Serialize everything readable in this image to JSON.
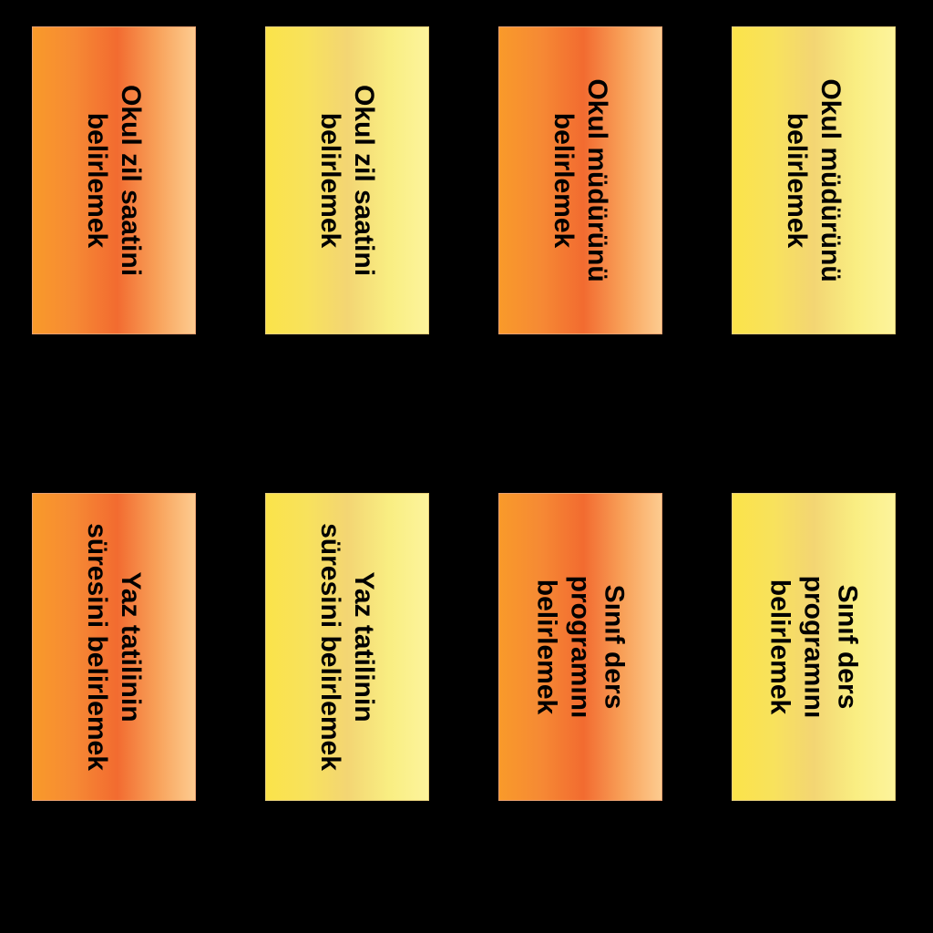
{
  "cards": [
    {
      "text": "Okul zil saatini\nbelirlemek",
      "style": "orange"
    },
    {
      "text": "Okul zil saatini\nbelirlemek",
      "style": "yellow"
    },
    {
      "text": "Okul müdürünü\nbelirlemek",
      "style": "orange"
    },
    {
      "text": "Okul müdürünü\nbelirlemek",
      "style": "yellow"
    },
    {
      "text": "Yaz tatilinin\nsüresini belirlemek",
      "style": "orange"
    },
    {
      "text": "Yaz tatilinin\nsüresini belirlemek",
      "style": "yellow"
    },
    {
      "text": "Sınıf ders programını\nbelirlemek",
      "style": "orange"
    },
    {
      "text": "Sınıf ders programını\nbelirlemek",
      "style": "yellow"
    }
  ],
  "colors": {
    "background": "#000000",
    "orange_gradient": [
      "#f99a2a",
      "#f26b30",
      "#fdcc90"
    ],
    "yellow_gradient": [
      "#fbe34a",
      "#f3d573",
      "#fdf49c"
    ],
    "text": "#000000"
  }
}
